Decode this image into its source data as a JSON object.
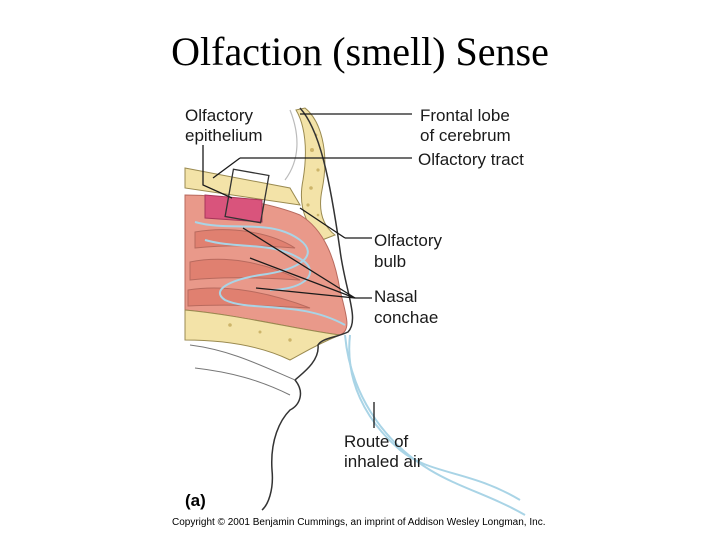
{
  "title": "Olfaction (smell) Sense",
  "labels": {
    "olfactory_epithelium": [
      "Olfactory",
      "epithelium"
    ],
    "frontal_lobe": [
      "Frontal lobe",
      "of cerebrum"
    ],
    "olfactory_tract": [
      "Olfactory tract"
    ],
    "olfactory_bulb": [
      "Olfactory",
      "bulb"
    ],
    "nasal_conchae": [
      "Nasal",
      "conchae"
    ],
    "route_of_air": [
      "Route of",
      "inhaled air"
    ]
  },
  "panel_letter": "(a)",
  "copyright": "Copyright © 2001 Benjamin Cummings, an imprint of Addison Wesley Longman, Inc.",
  "colors": {
    "bone": "#f3e3a8",
    "bone_dot": "#cdb56a",
    "mucosa": "#e9998a",
    "epithelium": "#d9547c",
    "air_route": "#a9d4e6",
    "outline": "#333333"
  }
}
